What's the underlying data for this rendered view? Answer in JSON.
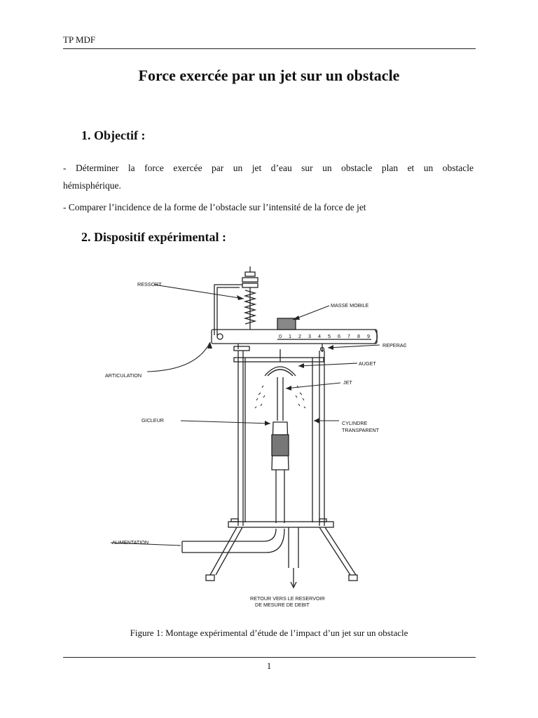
{
  "header": {
    "left_text": "TP MDF"
  },
  "title": "Force exercée par un jet sur un obstacle",
  "sections": [
    {
      "heading": "1. Objectif :",
      "paragraphs": [
        "- Déterminer la force exercée par un jet d’eau sur un obstacle plan et un obstacle",
        "hémisphérique.",
        "- Comparer l’incidence de la forme de l’obstacle sur l’intensité de la force de jet"
      ]
    },
    {
      "heading": "2. Dispositif expérimental :"
    }
  ],
  "figure": {
    "labels": {
      "ressort": "RESSORT",
      "masse": "MASSE MOBILE",
      "reperage": "REPERAGE",
      "auget": "AUGET",
      "articulation": "ARTICULATION",
      "jet": "JET",
      "gicleur": "GICLEUR",
      "cylindre_1": "CYLINDRE",
      "cylindre_2": "TRANSPARENT",
      "alimentation": "ALIMENTATION",
      "retour_1": "RETOUR VERS LE RESERVOIR",
      "retour_2": "DE MESURE DE DEBIT"
    },
    "scale_numbers": [
      "0",
      "1",
      "2",
      "3",
      "4",
      "5",
      "6",
      "7",
      "8",
      "9"
    ],
    "caption": "Figure 1: Montage expérimental d’étude de l’impact d’un jet sur un obstacle"
  },
  "footer": {
    "page_number": "1"
  }
}
